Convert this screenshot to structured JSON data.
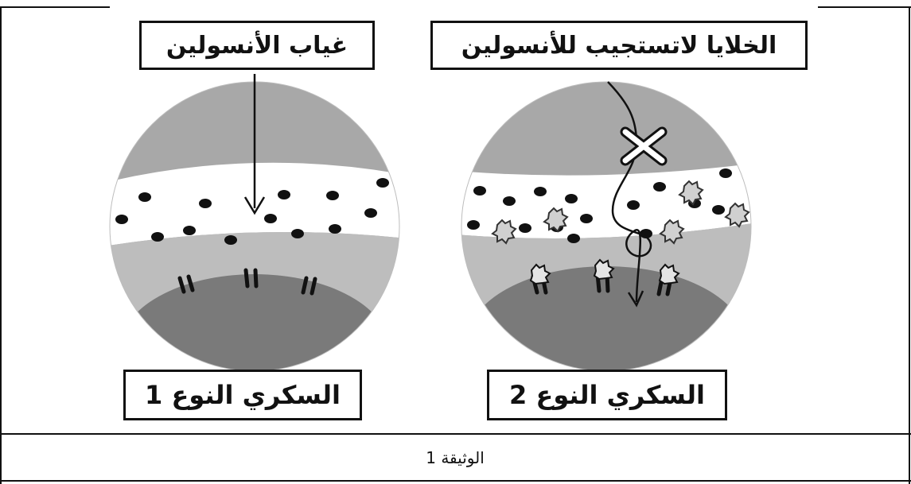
{
  "labels": {
    "insulin_absence": "غياب الأنسولين",
    "cells_not_responding": "الخلايا لاتستجيب للأنسولين",
    "type1": "السكري النوع 1",
    "type2": "السكري النوع 2"
  },
  "caption": "الوثيقة 1",
  "colors": {
    "upper_cell": "#a8a8a8",
    "middle_band": "#bdbdbd",
    "nucleus": "#7a7a7a",
    "dot": "#111111",
    "blood_gap": "#ffffff"
  }
}
